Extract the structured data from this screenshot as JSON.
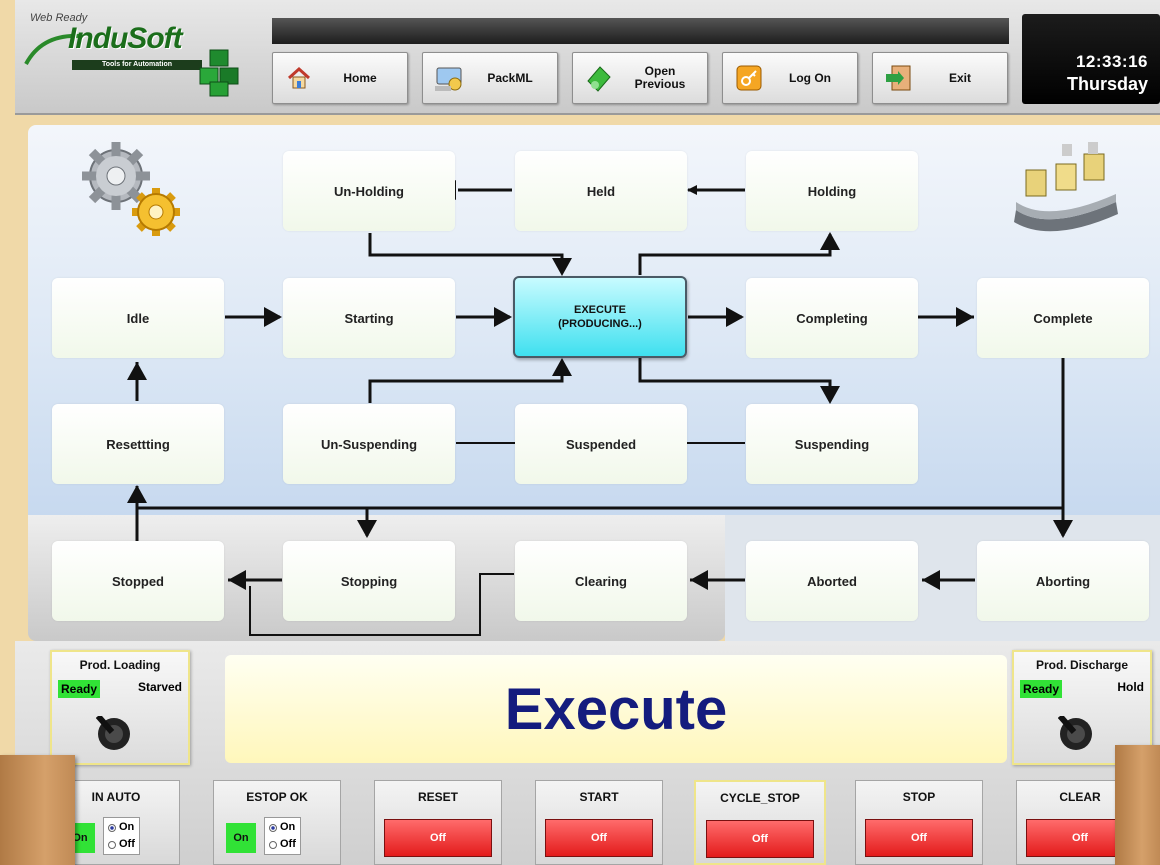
{
  "header": {
    "logo": {
      "web_ready": "Web Ready",
      "brand": "InduSoft",
      "tagline": "Tools for Automation"
    },
    "nav": [
      {
        "label": "Home",
        "icon": "home-icon"
      },
      {
        "label": "PackML",
        "icon": "packml-icon"
      },
      {
        "label": "Open\nPrevious",
        "icon": "open-previous-icon"
      },
      {
        "label": "Log On",
        "icon": "key-icon"
      },
      {
        "label": "Exit",
        "icon": "exit-icon"
      }
    ],
    "clock": {
      "time": "12:33:16",
      "day": "Thursday"
    }
  },
  "states": {
    "unholding": "Un-Holding",
    "held": "Held",
    "holding": "Holding",
    "idle": "Idle",
    "starting": "Starting",
    "execute": "EXECUTE\n(PRODUCING...)",
    "completing": "Completing",
    "complete": "Complete",
    "resetting": "Resettting",
    "unsuspending": "Un-Suspending",
    "suspended": "Suspended",
    "suspending": "Suspending",
    "stopped": "Stopped",
    "stopping": "Stopping",
    "clearing": "Clearing",
    "aborted": "Aborted",
    "aborting": "Aborting"
  },
  "current_state": "Execute",
  "prod_loading": {
    "title": "Prod. Loading",
    "left": "Ready",
    "right": "Starved"
  },
  "prod_discharge": {
    "title": "Prod. Discharge",
    "left": "Ready",
    "right": "Hold"
  },
  "controls": {
    "in_auto": {
      "title": "IN AUTO",
      "indicator": "On",
      "on": "On",
      "off": "Off"
    },
    "estop_ok": {
      "title": "ESTOP OK",
      "indicator": "On",
      "on": "On",
      "off": "Off"
    },
    "reset": {
      "title": "RESET",
      "button": "Off"
    },
    "start": {
      "title": "START",
      "button": "Off"
    },
    "cycle_stop": {
      "title": "CYCLE_STOP",
      "button": "Off"
    },
    "stop": {
      "title": "STOP",
      "button": "Off"
    },
    "clear": {
      "title": "CLEAR",
      "button": "Off"
    }
  },
  "colors": {
    "active_state": "#3fe0ef",
    "ready_green": "#31e236",
    "off_red": "#e31b1b",
    "state_text": "#141c7e"
  }
}
